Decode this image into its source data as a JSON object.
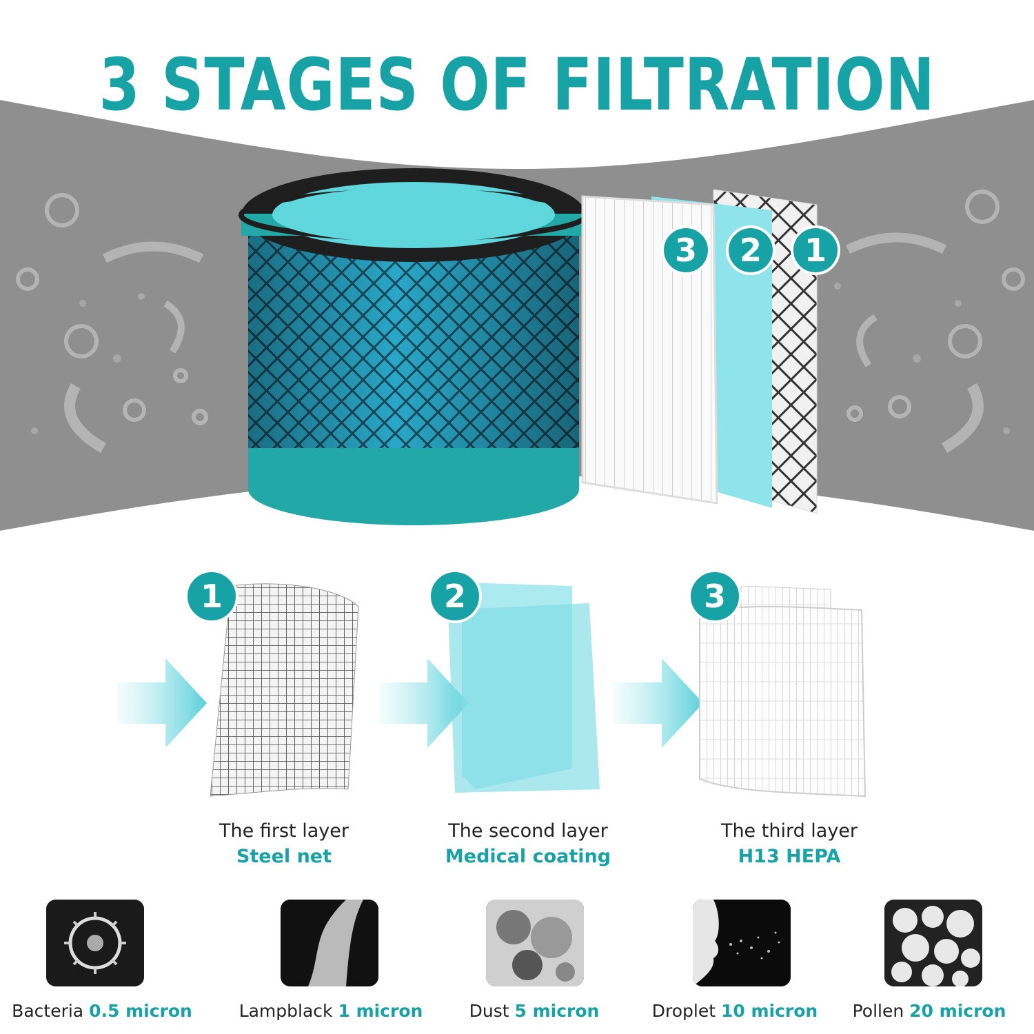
{
  "headline": "3 STAGES OF FILTRATION",
  "badges": [
    "1",
    "2",
    "3"
  ],
  "layers": [
    {
      "number": "1",
      "title": "The first layer",
      "material": "Steel net"
    },
    {
      "number": "2",
      "title": "The second layer",
      "material": "Medical coating"
    },
    {
      "number": "3",
      "title": "The third layer",
      "material": "H13 HEPA"
    }
  ],
  "particles": [
    {
      "name": "Bacteria",
      "size": "0.5 micron",
      "icon": "bacteria-icon"
    },
    {
      "name": "Lampblack",
      "size": "1 micron",
      "icon": "smoke-icon"
    },
    {
      "name": "Dust",
      "size": "5 micron",
      "icon": "dust-icon"
    },
    {
      "name": "Droplet",
      "size": "10 micron",
      "icon": "droplet-icon"
    },
    {
      "name": "Pollen",
      "size": "20 micron",
      "icon": "pollen-icon"
    }
  ],
  "colors": {
    "accent": "#17a2a6",
    "band": "#8e8e8e",
    "text": "#222222"
  }
}
